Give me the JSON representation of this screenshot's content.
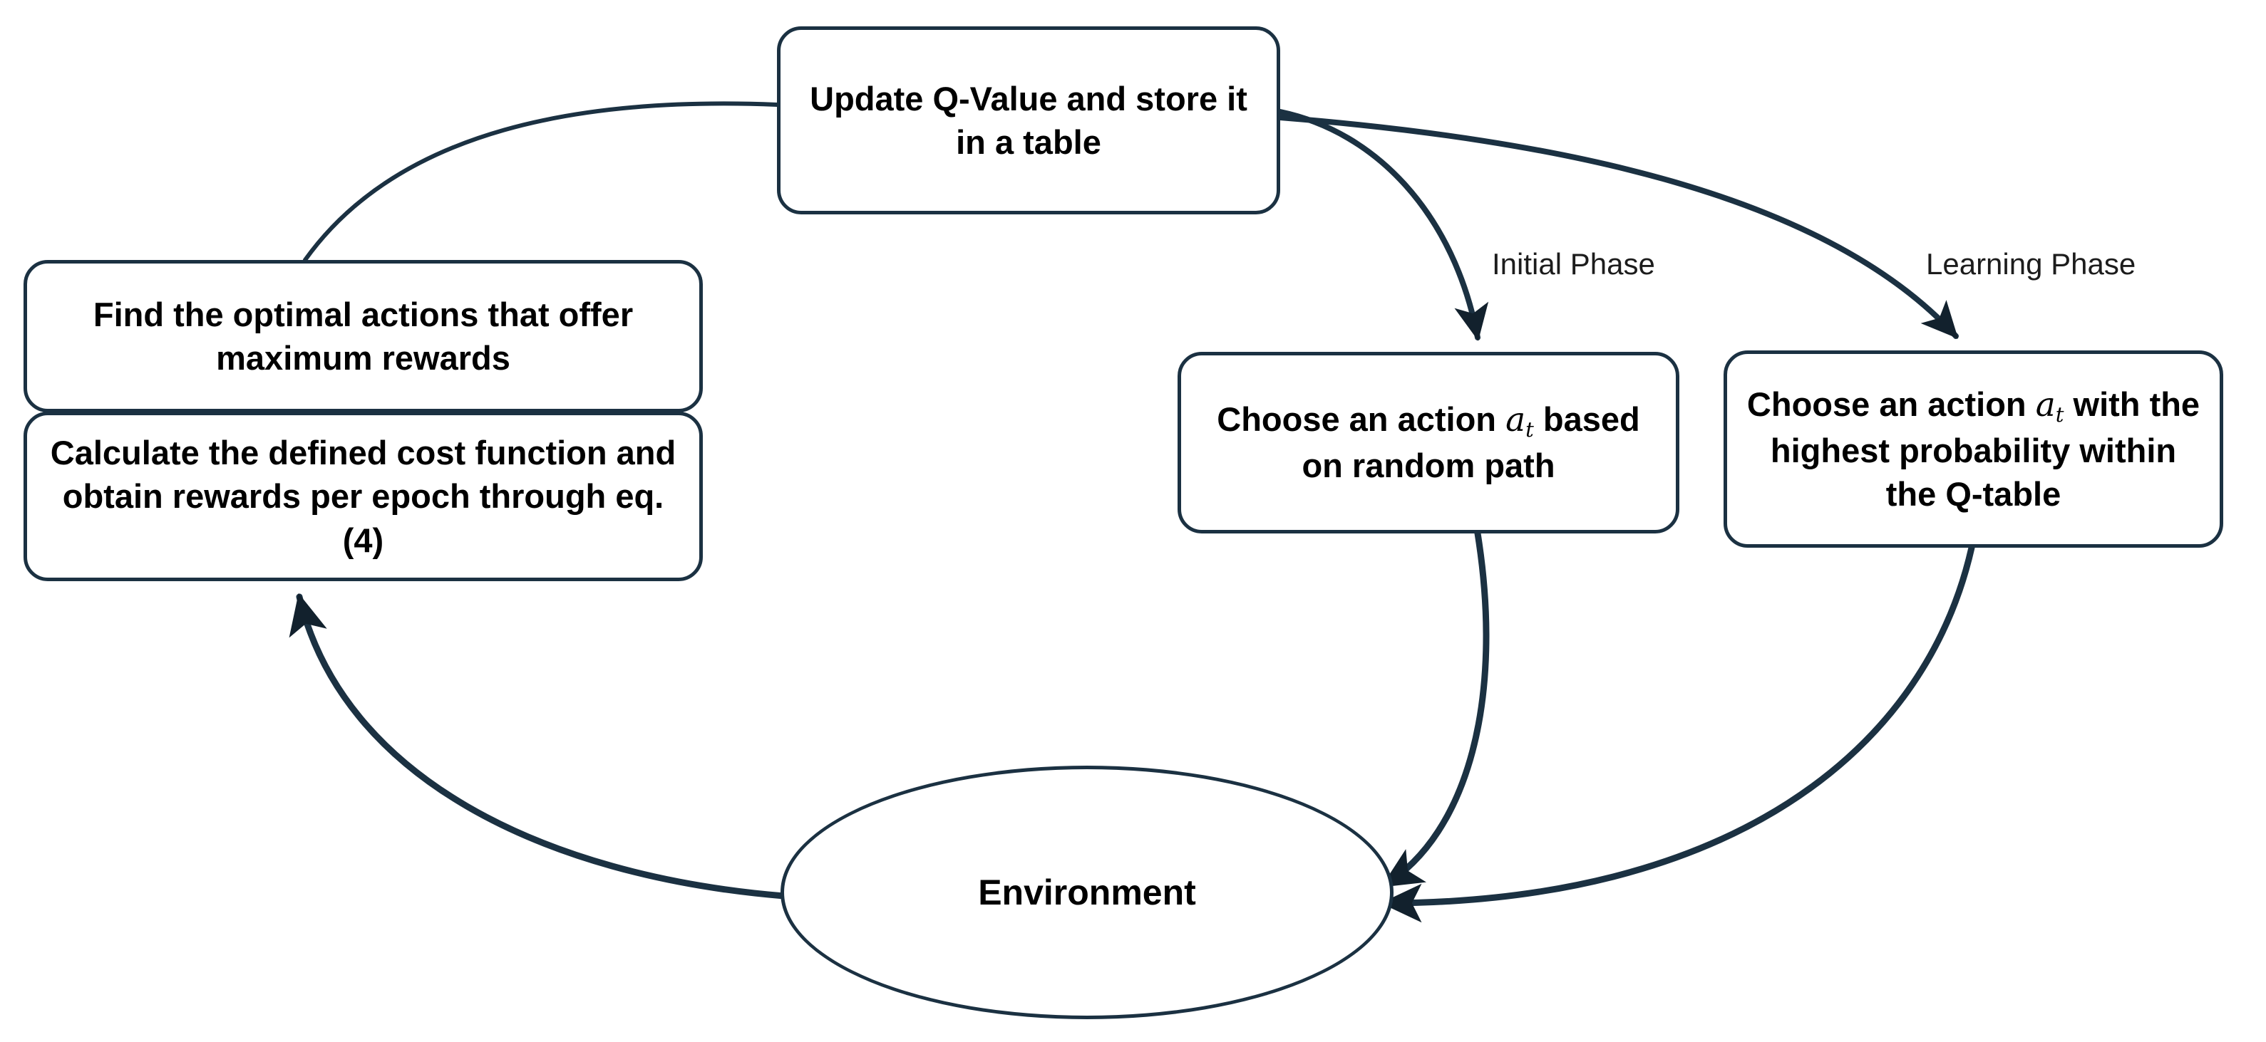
{
  "diagram": {
    "title": "Q-Learning Process Flow",
    "colors": {
      "stroke": "#1b3142",
      "text": "#000000",
      "label_text": "#1c1c1c",
      "background": "#ffffff"
    },
    "nodes": {
      "update": {
        "id": "update-q-value",
        "shape": "rounded-rectangle",
        "lines": [
          "Update Q-Value and",
          "store it in a table"
        ],
        "text": "Update Q-Value and store it in a table"
      },
      "find": {
        "id": "find-optimal-actions",
        "shape": "rounded-rectangle",
        "lines": [
          "Find the optimal actions that",
          "offer maximum rewards"
        ],
        "text": "Find the optimal actions that offer maximum rewards"
      },
      "calculate": {
        "id": "calculate-cost-function",
        "shape": "rounded-rectangle",
        "lines": [
          "Calculate the defined cost",
          "function and obtain rewards",
          "per epoch through eq. (4)"
        ],
        "text": "Calculate the defined cost function and obtain rewards per epoch through eq. (4)"
      },
      "random": {
        "id": "choose-action-random",
        "shape": "rounded-rectangle",
        "text_before": "Choose an action",
        "symbol": "a",
        "symbol_subscript": "t",
        "text_after": "based on random path",
        "text": "Choose an action a_t based on random path"
      },
      "highest": {
        "id": "choose-action-highest",
        "shape": "rounded-rectangle",
        "text_before": "Choose an action",
        "symbol": "a",
        "symbol_subscript": "t",
        "text_after": "with the highest probability within the Q-table",
        "text": "Choose an action a_t with the highest probability within the Q-table"
      },
      "environment": {
        "id": "environment",
        "shape": "ellipse",
        "text": "Environment"
      }
    },
    "edge_labels": {
      "initial_phase": "Initial Phase",
      "learning_phase": "Learning Phase"
    },
    "edges": [
      {
        "from": "update",
        "to": "find",
        "label": "",
        "arrowhead": false
      },
      {
        "from": "update",
        "to": "random",
        "label": "Initial Phase",
        "arrowhead": true
      },
      {
        "from": "update",
        "to": "highest",
        "label": "Learning Phase",
        "arrowhead": true
      },
      {
        "from": "random",
        "to": "environment",
        "label": "",
        "arrowhead": true
      },
      {
        "from": "highest",
        "to": "environment",
        "label": "",
        "arrowhead": true
      },
      {
        "from": "environment",
        "to": "calculate",
        "label": "",
        "arrowhead": true
      }
    ]
  }
}
